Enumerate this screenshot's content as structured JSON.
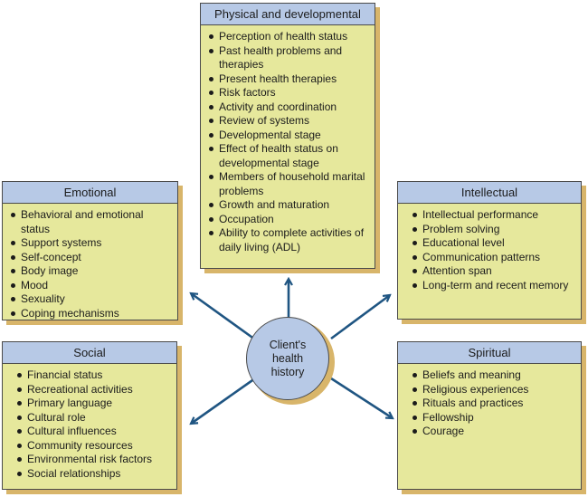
{
  "center": {
    "label": "Client's health history"
  },
  "boxes": {
    "physical": {
      "title": "Physical and developmental",
      "items": [
        "Perception of health status",
        "Past health problems and therapies",
        "Present health therapies",
        "Risk factors",
        "Activity and coordination",
        "Review of systems",
        "Developmental stage",
        "Effect of health status on developmental stage",
        "Members of household marital problems",
        "Growth and maturation",
        "Occupation",
        "Ability to complete activities of daily living (ADL)"
      ]
    },
    "emotional": {
      "title": "Emotional",
      "items": [
        "Behavioral and emotional status",
        "Support systems",
        "Self-concept",
        "Body image",
        "Mood",
        "Sexuality",
        "Coping mechanisms"
      ]
    },
    "intellectual": {
      "title": "Intellectual",
      "items": [
        "Intellectual performance",
        "Problem solving",
        "Educational level",
        "Communication patterns",
        "Attention span",
        "Long-term and recent memory"
      ]
    },
    "social": {
      "title": "Social",
      "items": [
        "Financial status",
        "Recreational activities",
        "Primary language",
        "Cultural role",
        "Cultural influences",
        "Community resources",
        "Environmental risk factors",
        "Social relationships"
      ]
    },
    "spiritual": {
      "title": "Spiritual",
      "items": [
        "Beliefs and meaning",
        "Religious experiences",
        "Rituals and practices",
        "Fellowship",
        "Courage"
      ]
    }
  },
  "colors": {
    "box_fill": "#e6e89c",
    "header_fill": "#b7c9e6",
    "shadow": "#d8b56a",
    "arrow": "#1f5582"
  }
}
